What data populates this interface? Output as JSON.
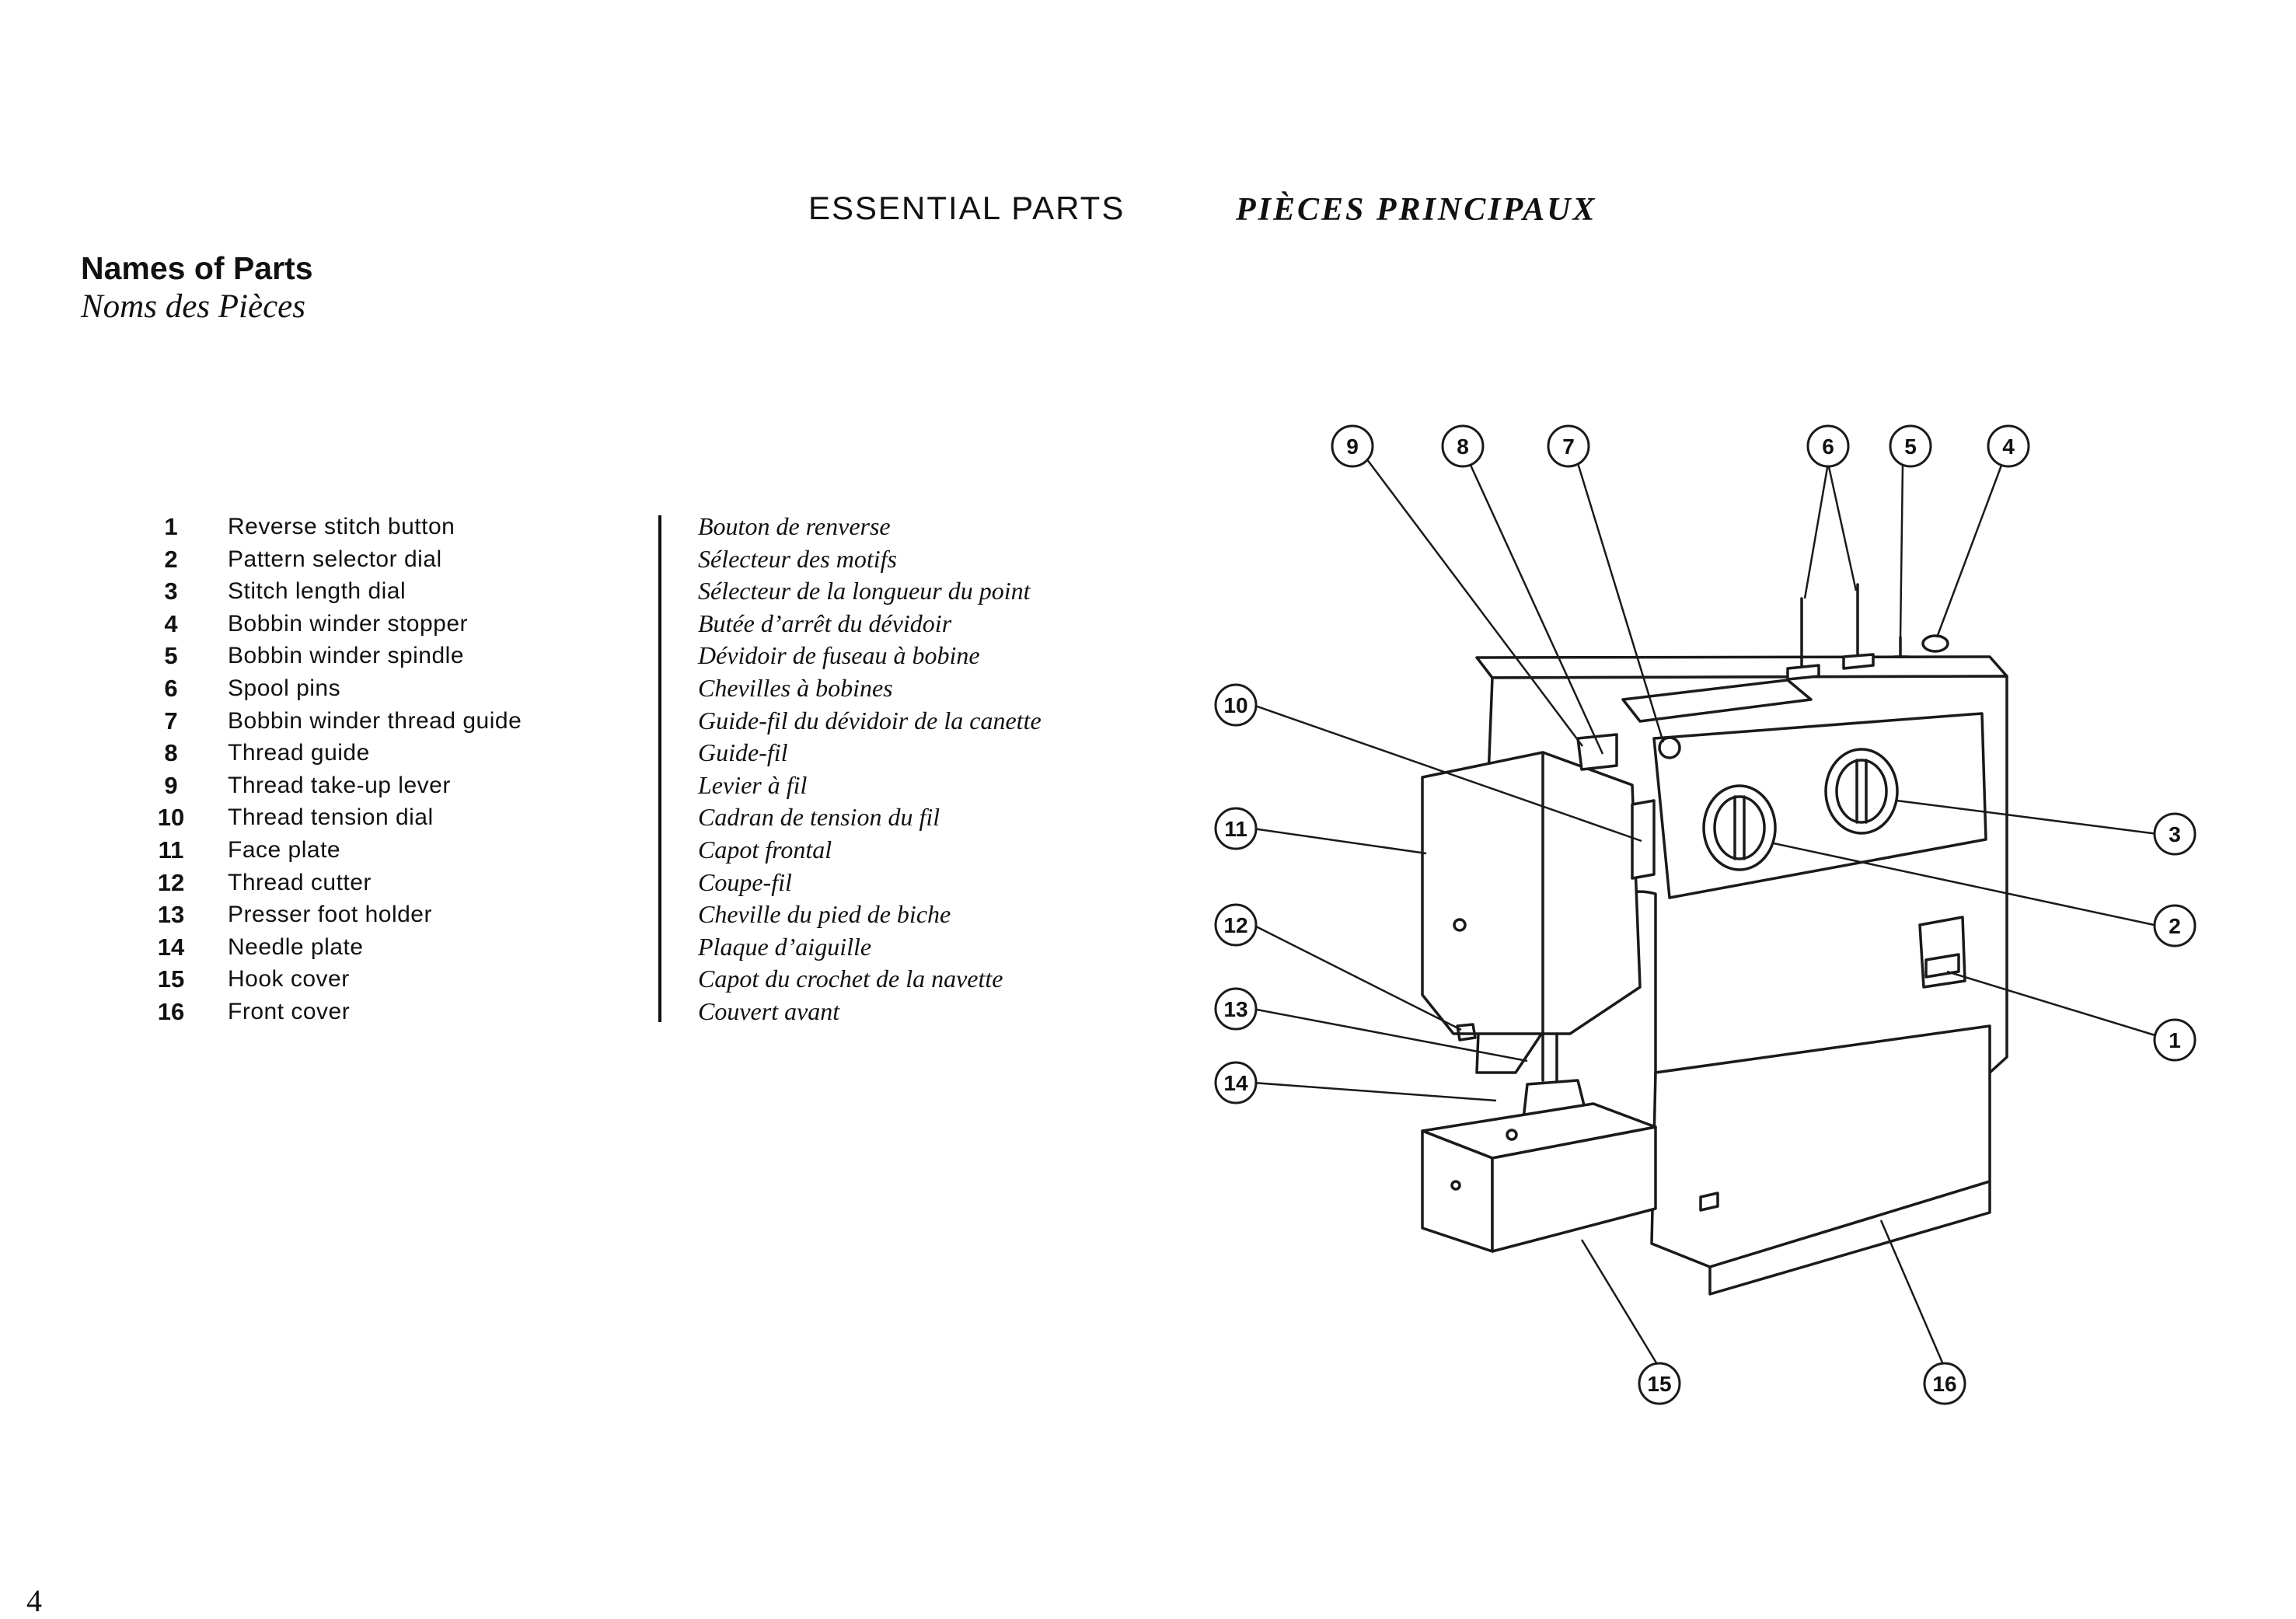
{
  "header": {
    "title_en": "ESSENTIAL PARTS",
    "title_fr": "PIÈCES PRINCIPAUX"
  },
  "section": {
    "title_en": "Names of Parts",
    "title_fr": "Noms des Pièces"
  },
  "parts": [
    {
      "num": "1",
      "en": "Reverse stitch button",
      "fr": "Bouton de renverse"
    },
    {
      "num": "2",
      "en": "Pattern selector dial",
      "fr": "Sélecteur des motifs"
    },
    {
      "num": "3",
      "en": "Stitch length dial",
      "fr": "Sélecteur de la longueur du point"
    },
    {
      "num": "4",
      "en": "Bobbin winder stopper",
      "fr": "Butée d’arrêt du dévidoir"
    },
    {
      "num": "5",
      "en": "Bobbin winder spindle",
      "fr": "Dévidoir de fuseau à bobine"
    },
    {
      "num": "6",
      "en": "Spool pins",
      "fr": "Chevilles à bobines"
    },
    {
      "num": "7",
      "en": "Bobbin winder thread guide",
      "fr": "Guide-fil du dévidoir de la canette"
    },
    {
      "num": "8",
      "en": "Thread guide",
      "fr": "Guide-fil"
    },
    {
      "num": "9",
      "en": "Thread take-up lever",
      "fr": "Levier à fil"
    },
    {
      "num": "10",
      "en": "Thread tension dial",
      "fr": "Cadran de tension du fil"
    },
    {
      "num": "11",
      "en": "Face plate",
      "fr": "Capot frontal"
    },
    {
      "num": "12",
      "en": "Thread cutter",
      "fr": "Coupe-fil"
    },
    {
      "num": "13",
      "en": "Presser foot holder",
      "fr": "Cheville du pied de biche"
    },
    {
      "num": "14",
      "en": "Needle plate",
      "fr": "Plaque d’aiguille"
    },
    {
      "num": "15",
      "en": "Hook cover",
      "fr": "Capot du crochet de la navette"
    },
    {
      "num": "16",
      "en": "Front cover",
      "fr": "Couvert avant"
    }
  ],
  "diagram": {
    "callouts": [
      "1",
      "2",
      "3",
      "4",
      "5",
      "6",
      "7",
      "8",
      "9",
      "10",
      "11",
      "12",
      "13",
      "14",
      "15",
      "16"
    ]
  },
  "page_number": "4"
}
